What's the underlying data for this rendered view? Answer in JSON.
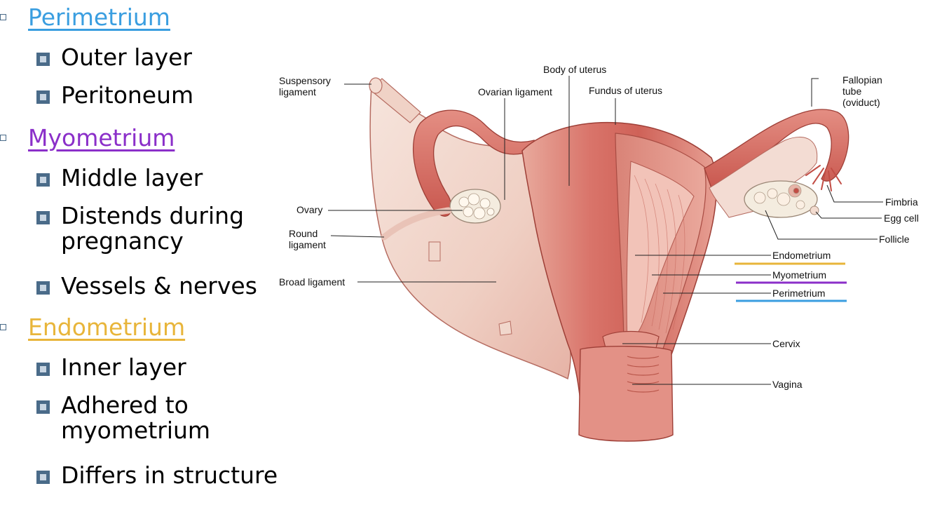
{
  "bullets": [
    {
      "label": "Perimetrium",
      "color": "#3a9ee0",
      "sub": [
        "Outer layer",
        "Peritoneum"
      ]
    },
    {
      "label": "Myometrium",
      "color": "#8b2fc9",
      "sub": [
        "Middle layer",
        "Distends during pregnancy",
        "Vessels & nerves"
      ]
    },
    {
      "label": "Endometrium",
      "color": "#e8b53a",
      "sub": [
        "Inner layer",
        "Adhered to myometrium",
        "Differs in structure"
      ]
    }
  ],
  "diagram": {
    "labels": {
      "suspensory_ligament": "Suspensory ligament",
      "body_of_uterus": "Body of uterus",
      "ovarian_ligament": "Ovarian ligament",
      "fundus_of_uterus": "Fundus of uterus",
      "fallopian_tube": "Fallopian tube (oviduct)",
      "ovary": "Ovary",
      "round_ligament": "Round ligament",
      "broad_ligament": "Broad ligament",
      "fimbria": "Fimbria",
      "egg_cell": "Egg cell",
      "follicle": "Follicle",
      "endometrium": "Endometrium",
      "myometrium": "Myometrium",
      "perimetrium": "Perimetrium",
      "cervix": "Cervix",
      "vagina": "Vagina"
    },
    "underline_colors": {
      "endometrium": "#e8b53a",
      "myometrium": "#8b2fc9",
      "perimetrium": "#3a9ee0"
    },
    "tissue_colors": {
      "muscle": "#d9746a",
      "pale": "#f3d9cf",
      "deep": "#c24d45",
      "ovary": "#f4ecdf"
    }
  }
}
